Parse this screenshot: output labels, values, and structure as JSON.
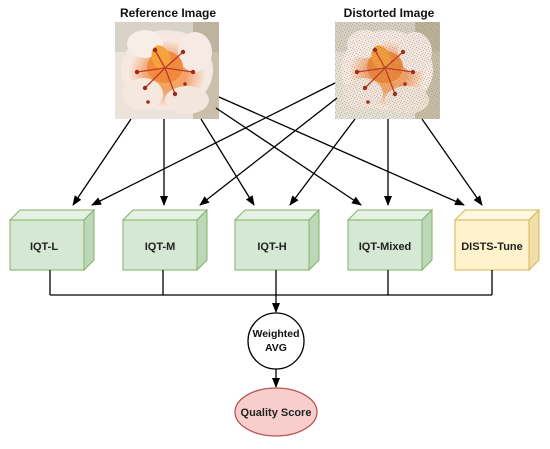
{
  "inputs": {
    "reference": {
      "title": "Reference Image",
      "picture": "flower-photo"
    },
    "distorted": {
      "title": "Distorted Image",
      "picture": "noisy-flower-photo"
    }
  },
  "models": [
    {
      "label": "IQT-L",
      "style": "green"
    },
    {
      "label": "IQT-M",
      "style": "green"
    },
    {
      "label": "IQT-H",
      "style": "green"
    },
    {
      "label": "IQT-Mixed",
      "style": "green"
    },
    {
      "label": "DISTS-Tune",
      "style": "yellow"
    }
  ],
  "aggregator": {
    "line1": "Weighted",
    "line2": "AVG"
  },
  "output": {
    "label": "Quality Score"
  },
  "colors": {
    "green_front": "#d5e8d4",
    "green_top": "#e4f1e3",
    "green_side": "#bcd8b9",
    "green_stroke": "#82b366",
    "yellow_front": "#fff2cc",
    "yellow_top": "#fff8e0",
    "yellow_side": "#f0dfa6",
    "yellow_stroke": "#d6b656",
    "score_fill": "#f8cecc",
    "score_stroke": "#b85450",
    "edge": "#000000"
  }
}
